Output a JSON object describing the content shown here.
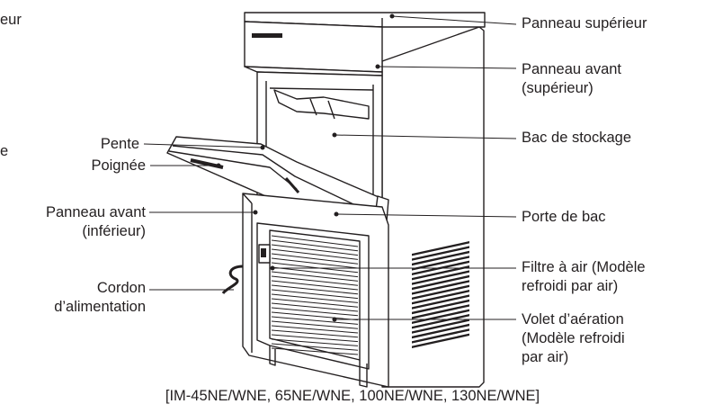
{
  "labels": {
    "top_panel": "Panneau supérieur",
    "front_panel_upper": [
      "Panneau avant",
      "(supérieur)"
    ],
    "storage_bin": "Bac de stockage",
    "bin_door": "Porte de bac",
    "air_filter": [
      "Filtre à air (Modèle",
      "refroidi par air)"
    ],
    "louver": [
      "Volet d’aération",
      "(Modèle refroidi",
      "par air)"
    ],
    "slope": "Pente",
    "handle": "Poignée",
    "front_panel_lower": [
      "Panneau avant",
      "(inférieur)"
    ],
    "power_cord": [
      "Cordon",
      "d’alimentation"
    ]
  },
  "clipped_left": [
    "eur",
    "e"
  ],
  "caption": "[IM-45NE/WNE, 65NE/WNE, 100NE/WNE, 130NE/WNE]"
}
